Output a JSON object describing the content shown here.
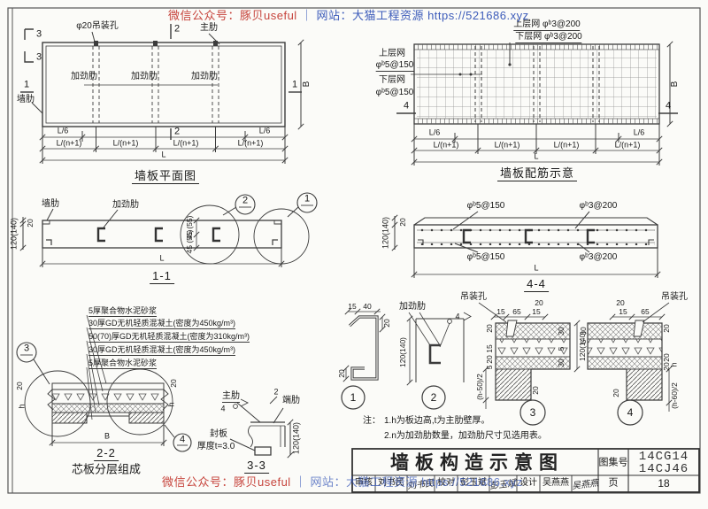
{
  "wm": {
    "wechat": "微信公众号：豚贝useful",
    "sep": "｜",
    "site": "网站：大猫工程资源 https://521686.xyz",
    "red": "#c2342c",
    "blue": "#2d4fb5"
  },
  "dims": {
    "l6": "L/6",
    "ln": "L/(n+1)",
    "L": "L",
    "B": "B"
  },
  "plan": {
    "title": "墙板平面图",
    "hole": "φ20吊装孔",
    "main_rib": "主肋",
    "stiffener": "加劲肋",
    "wall_rib": "墙肋",
    "m1": "1",
    "m2": "2",
    "m3": "3"
  },
  "rebar": {
    "title": "墙板配筋示意",
    "top1": "上层网 φᵇ3@200",
    "top2": "下层网 φᵇ3@200",
    "left1a": "上层网",
    "left1b": "φᵇ5@150",
    "left2a": "下层网",
    "left2b": "φᵇ5@150",
    "m4": "4"
  },
  "s11": {
    "title": "1-1",
    "wall_rib": "墙肋",
    "stiffener": "加劲肋",
    "d120": "120(140)",
    "d20": "20",
    "d45": "45 (55)",
    "b1": "1",
    "b2": "2"
  },
  "s44": {
    "title": "4-4",
    "f5": "φᵇ5@150",
    "f3": "φᵇ3@200",
    "d120": "120(140)",
    "d20": "20"
  },
  "core": {
    "title": "芯板分层组成",
    "sec": "2-2",
    "layers": [
      "5厚聚合物水泥砂浆",
      "30厚GD无机轻质混凝土(密度为450kg/m³)",
      "50(70)厚GD无机轻质混凝土(密度为310kg/m³)",
      "30厚GD无机轻质混凝土(密度为450kg/m³)",
      "5厚聚合物水泥砂浆"
    ],
    "b3": "3",
    "b4": "4",
    "h": "h",
    "d20": "20",
    "B": "B"
  },
  "s33": {
    "title": "3-3",
    "main_rib": "主肋",
    "end_rib": "端肋",
    "seal": "封板",
    "thick": "厚度t=3.0",
    "weld": "4",
    "m2": "2",
    "d120": "120(140)"
  },
  "det": {
    "hole": "吊装孔",
    "stiffener": "加劲肋",
    "weld": "4",
    "n1": "1",
    "n2": "2",
    "n3": "3",
    "n4": "4",
    "d15": "15",
    "d40": "40",
    "d20": "20",
    "d65": "65",
    "d30": "30",
    "d5": "5",
    "dh": "h",
    "d120": "120(140)",
    "h50": "(h-50)/2",
    "h60": "(h-60)/2"
  },
  "notes": {
    "prefix": "注：",
    "l1": "1.h为板边高,t为主肋壁厚。",
    "l2": "2.n为加劲肋数量，加劲肋尺寸见选用表。"
  },
  "tb": {
    "title": "墙板构造示意图",
    "atlas_label": "图集号",
    "atlas1": "14CG14",
    "atlas2": "14CJ46",
    "page_label": "页",
    "page": "18",
    "r1": "审核",
    "n1": "刘书民",
    "s1": "刘书民",
    "r2": "校对",
    "n2": "彭玉斌",
    "s2": "彭玉斌",
    "r3": "设计",
    "n3": "吴燕燕",
    "s3": "吴燕燕"
  }
}
